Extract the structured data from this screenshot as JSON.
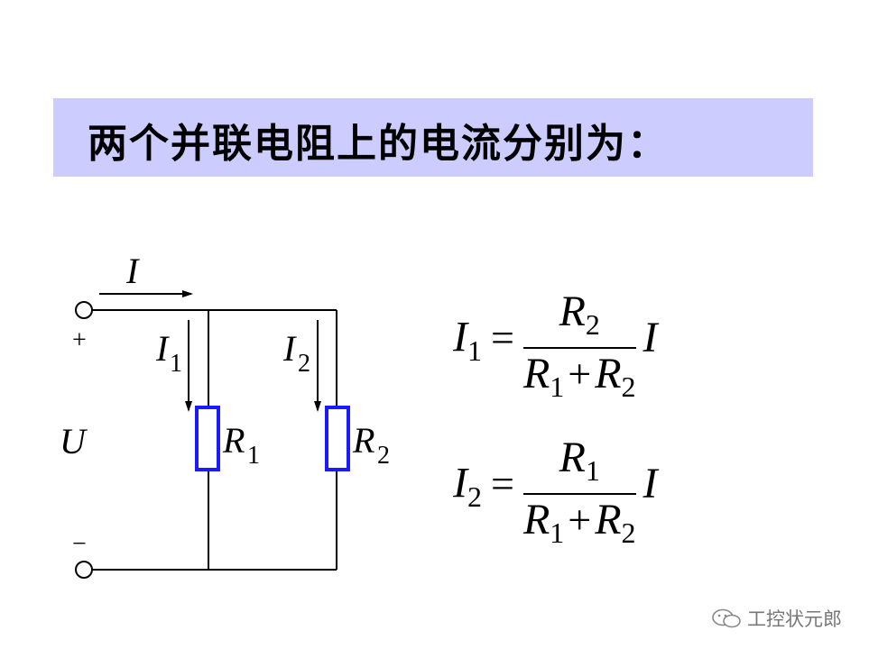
{
  "title": "两个并联电阻上的电流分别为：",
  "circuit": {
    "current_label": "I",
    "plus_label": "+",
    "minus_label": "−",
    "voltage_label": "U",
    "branch1_current": "I",
    "branch1_sub": "1",
    "branch2_current": "I",
    "branch2_sub": "2",
    "r1_label": "R",
    "r1_sub": "1",
    "r2_label": "R",
    "r2_sub": "2",
    "resistor_color": "#1a1aff"
  },
  "formulas": {
    "f1": {
      "lhs": "I",
      "lhs_sub": "1",
      "eq": "=",
      "num": "R",
      "num_sub": "2",
      "den_a": "R",
      "den_a_sub": "1",
      "plus": "+",
      "den_b": "R",
      "den_b_sub": "2",
      "rhs": "I"
    },
    "f2": {
      "lhs": "I",
      "lhs_sub": "2",
      "eq": "=",
      "num": "R",
      "num_sub": "1",
      "den_a": "R",
      "den_a_sub": "1",
      "plus": "+",
      "den_b": "R",
      "den_b_sub": "2",
      "rhs": "I"
    }
  },
  "watermark": "工控状元郎"
}
